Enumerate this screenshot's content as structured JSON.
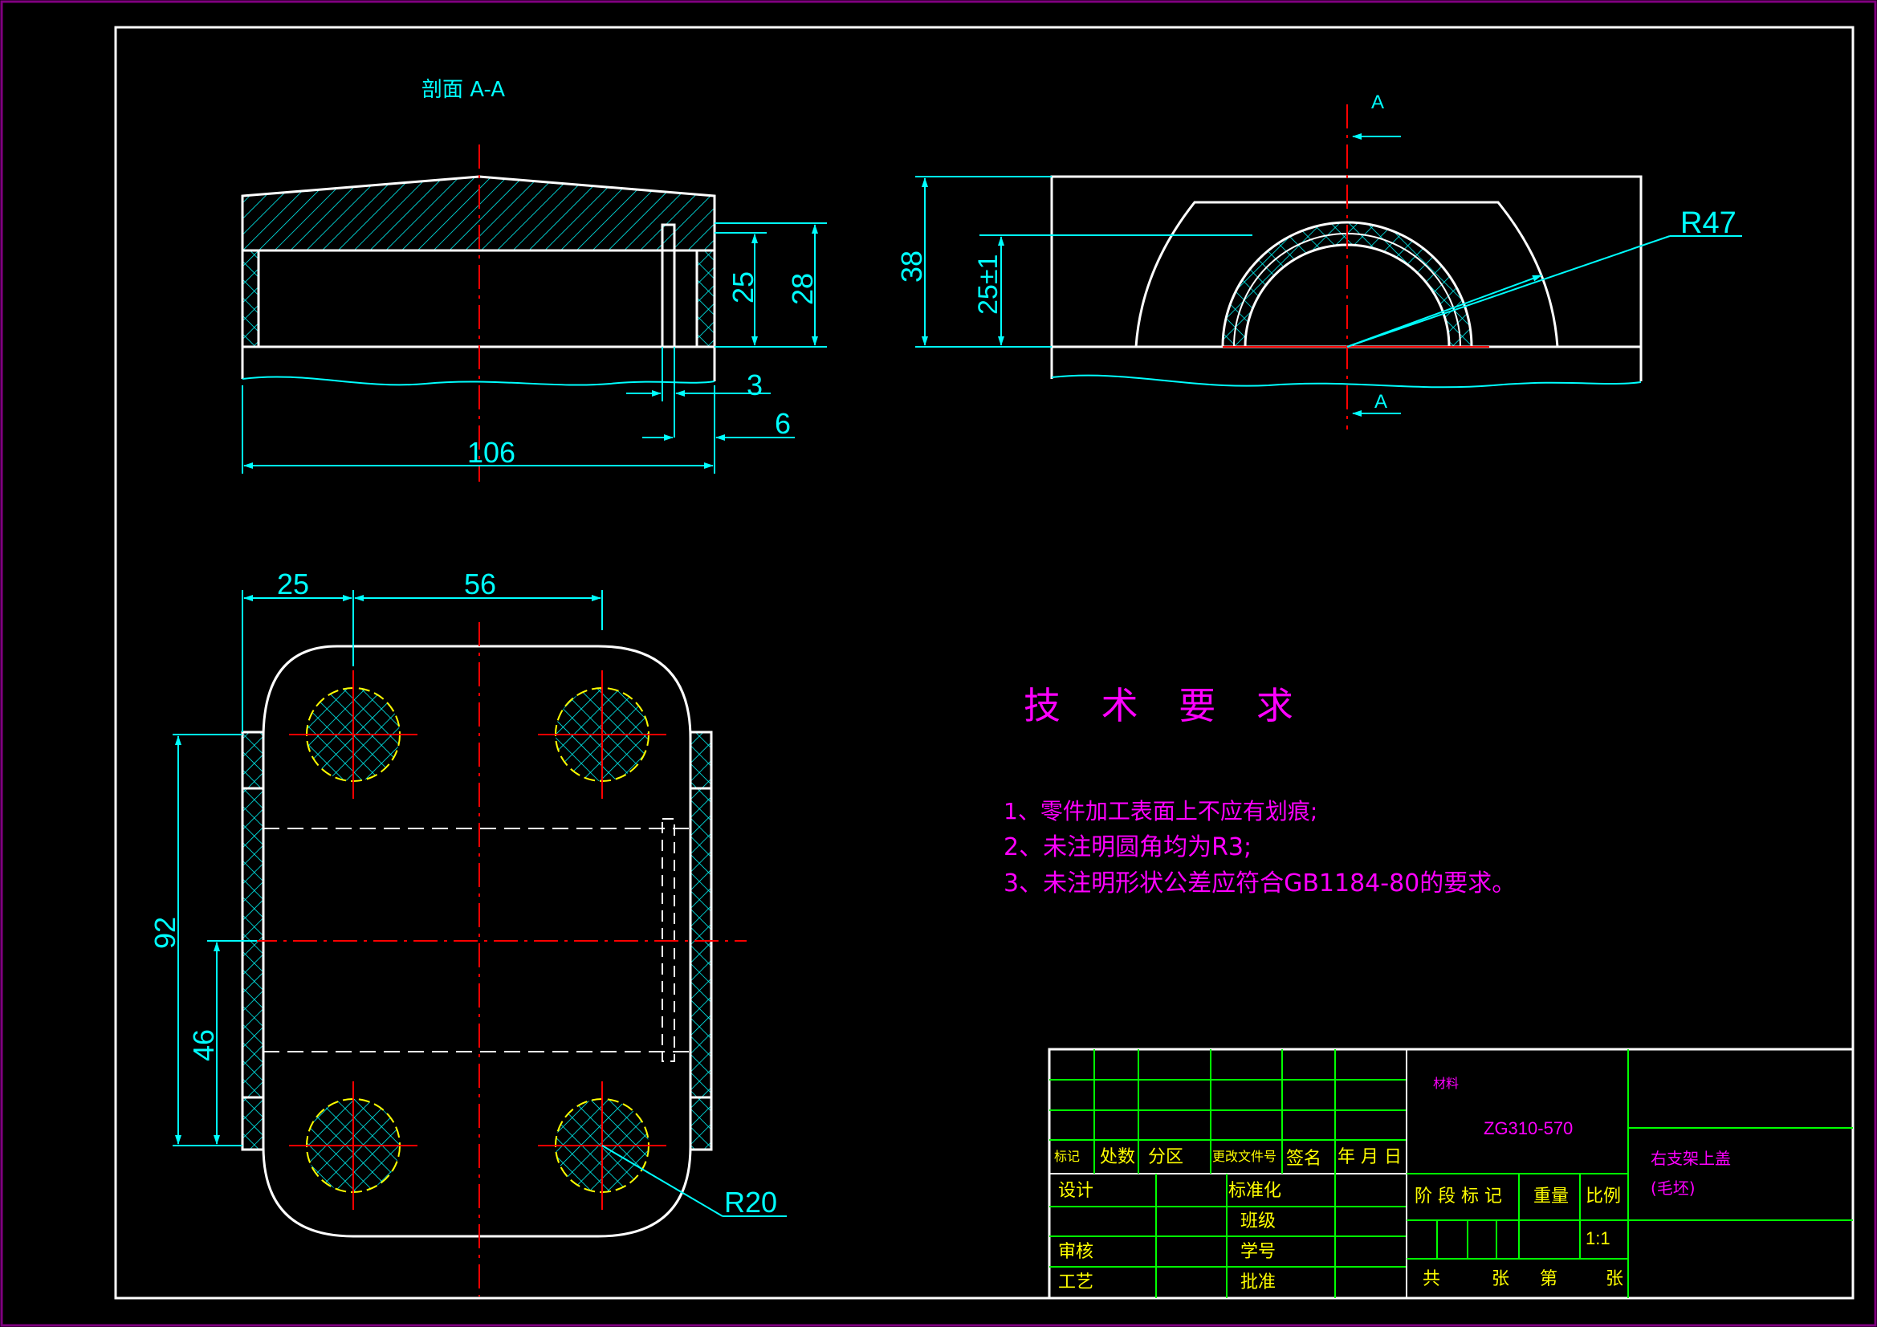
{
  "colors": {
    "background": "#000000",
    "frame": "#ffffff",
    "sheet_border": "#800080",
    "dimension": "#00ffff",
    "center_line": "#ff0000",
    "title_grid": "#00ff00",
    "text_yellow": "#ffff00",
    "text_magenta": "#ff00ff",
    "hatch": "#00ffff",
    "hidden_line": "#ffff00"
  },
  "section_view": {
    "label": "剖面 A-A",
    "dims": {
      "d106": "106",
      "d25": "25",
      "d28": "28",
      "d3": "3",
      "d6": "6"
    }
  },
  "front_view": {
    "cut_label_top": "A",
    "cut_label_bottom": "A",
    "dims": {
      "d38": "38",
      "d25tol": "25±1",
      "r47": "R47"
    }
  },
  "plan_view": {
    "dims": {
      "d25": "25",
      "d56": "56",
      "d92": "92",
      "d46": "46",
      "r20": "R20"
    }
  },
  "tech_requirements": {
    "title": "技 术 要 求",
    "items": [
      "1、零件加工表面上不应有划痕;",
      "2、未注明圆角均为R3;",
      "3、未注明形状公差应符合GB1184-80的要求。"
    ]
  },
  "title_block": {
    "material_label": "材料",
    "material": "ZG310-570",
    "part_name": "右支架上盖",
    "part_note": "(毛坯)",
    "rev_headers": [
      "标记",
      "处数",
      "分区",
      "更改文件号",
      "签名",
      "年 月 日"
    ],
    "design": "设计",
    "standardize": "标准化",
    "review": "审核",
    "class": "班级",
    "student_no": "学号",
    "process": "工艺",
    "approve": "批准",
    "stage_headers": [
      "阶 段 标 记",
      "重量",
      "比例"
    ],
    "scale": "1:1",
    "sheet_text": [
      "共",
      "张",
      "第",
      "张"
    ]
  }
}
